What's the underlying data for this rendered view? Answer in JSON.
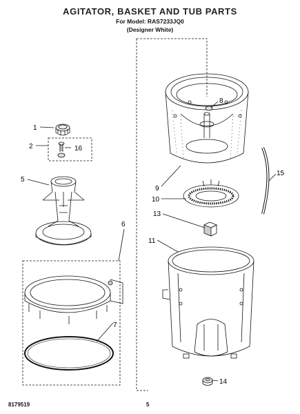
{
  "header": {
    "title": "AGITATOR, BASKET AND TUB PARTS",
    "model_line": "For Model: RAS7233JQ0",
    "color_line": "(Designer White)"
  },
  "footer": {
    "doc_number": "8179519",
    "page_number": "5"
  },
  "callouts": {
    "c1": "1",
    "c2": "2",
    "c16": "16",
    "c5": "5",
    "c6": "6",
    "c7": "7",
    "c8": "8",
    "c9": "9",
    "c10": "10",
    "c13": "13",
    "c11": "11",
    "c14": "14",
    "c15": "15"
  },
  "colors": {
    "ink": "#111111",
    "paper": "#ffffff"
  }
}
